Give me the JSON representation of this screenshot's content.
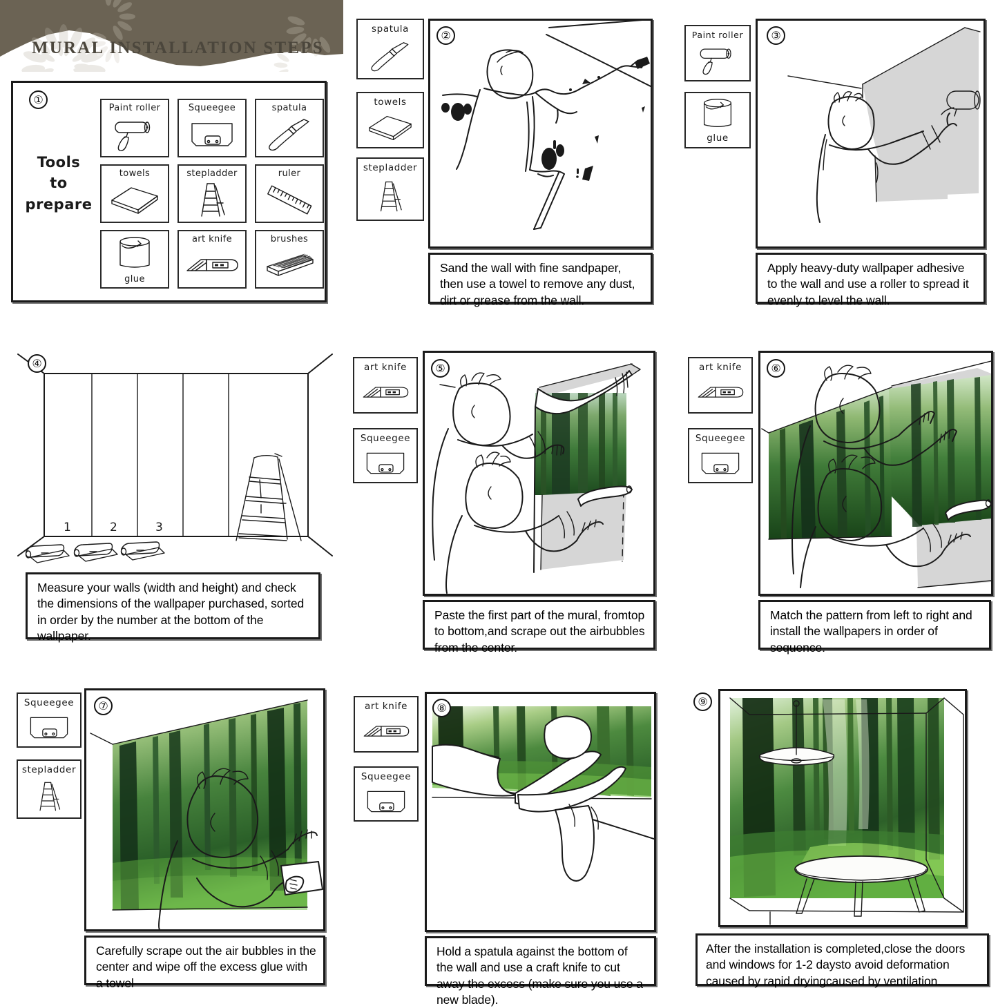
{
  "header": {
    "title": "MURAL INSTALLATION STEPS",
    "banner_color": "#6b6354",
    "title_color": "#4b463c",
    "ornament": "flower-burst-ornament"
  },
  "steps": [
    {
      "number": "①",
      "heading": [
        "Tools",
        "to",
        "prepare"
      ],
      "tools": [
        {
          "label": "Paint roller",
          "icon": "paint-roller-icon",
          "label_pos": "top"
        },
        {
          "label": "Squeegee",
          "icon": "squeegee-icon",
          "label_pos": "top"
        },
        {
          "label": "spatula",
          "icon": "spatula-icon",
          "label_pos": "top"
        },
        {
          "label": "towels",
          "icon": "towels-icon",
          "label_pos": "top"
        },
        {
          "label": "stepladder",
          "icon": "stepladder-icon",
          "label_pos": "top"
        },
        {
          "label": "ruler",
          "icon": "ruler-icon",
          "label_pos": "top"
        },
        {
          "label": "glue",
          "icon": "glue-can-icon",
          "label_pos": "bottom"
        },
        {
          "label": "art knife",
          "icon": "art-knife-icon",
          "label_pos": "top"
        },
        {
          "label": "brushes",
          "icon": "brushes-icon",
          "label_pos": "top"
        }
      ],
      "caption": ""
    },
    {
      "number": "②",
      "tools": [
        {
          "label": "spatula",
          "icon": "spatula-icon",
          "label_pos": "top"
        },
        {
          "label": "towels",
          "icon": "towels-icon",
          "label_pos": "top"
        },
        {
          "label": "stepladder",
          "icon": "stepladder-icon",
          "label_pos": "top"
        }
      ],
      "illustration": "person-sanding-wall",
      "caption": "Sand the wall with fine sandpaper, then use a towel to remove any dust, dirt or grease from the wall."
    },
    {
      "number": "③",
      "tools": [
        {
          "label": "Paint roller",
          "icon": "paint-roller-icon",
          "label_pos": "top"
        },
        {
          "label": "glue",
          "icon": "glue-can-icon",
          "label_pos": "bottom"
        }
      ],
      "illustration": "person-rolling-adhesive",
      "caption": "Apply heavy-duty wallpaper adhesive to the wall and use a roller to spread it evenly to level the wall."
    },
    {
      "number": "④",
      "tools": [],
      "illustration": "wall-with-numbered-panels-and-rolls",
      "wall_panel_numbers": [
        "1",
        "2",
        "3"
      ],
      "caption": "Measure your walls (width and height) and check the dimensions of the wallpaper purchased, sorted in order by the number at the bottom of the wallpaper."
    },
    {
      "number": "⑤",
      "tools": [
        {
          "label": "art knife",
          "icon": "art-knife-icon",
          "label_pos": "top"
        },
        {
          "label": "Squeegee",
          "icon": "squeegee-icon",
          "label_pos": "top"
        }
      ],
      "illustration": "two-people-pasting-first-panel",
      "caption": "Paste the first part of the mural, fromtop to bottom,and scrape out the airbubbles from the center."
    },
    {
      "number": "⑥",
      "tools": [
        {
          "label": "art knife",
          "icon": "art-knife-icon",
          "label_pos": "top"
        },
        {
          "label": "Squeegee",
          "icon": "squeegee-icon",
          "label_pos": "top"
        }
      ],
      "illustration": "two-people-matching-pattern",
      "caption": "Match the pattern from left to right and install the wallpapers in order of sequence."
    },
    {
      "number": "⑦",
      "tools": [
        {
          "label": "Squeegee",
          "icon": "squeegee-icon",
          "label_pos": "top"
        },
        {
          "label": "stepladder",
          "icon": "stepladder-icon",
          "label_pos": "top"
        }
      ],
      "illustration": "person-smoothing-mural-with-towel",
      "caption": "Carefully scrape out the air bubbles in the center and wipe off the excess glue  with a towel"
    },
    {
      "number": "⑧",
      "tools": [
        {
          "label": "art knife",
          "icon": "art-knife-icon",
          "label_pos": "top"
        },
        {
          "label": "Squeegee",
          "icon": "squeegee-icon",
          "label_pos": "top"
        }
      ],
      "illustration": "hands-trimming-excess-at-baseboard",
      "caption": "Hold a spatula against the bottom of the wall and use a craft knife to cut away the excess (make sure you use a new blade)."
    },
    {
      "number": "⑨",
      "tools": [],
      "illustration": "finished-room-with-forest-mural-lamp-table",
      "caption": "After the installation is completed,close the doors and windows for 1-2 daysto avoid deformation caused by rapid dryingcaused by ventilation."
    }
  ]
}
